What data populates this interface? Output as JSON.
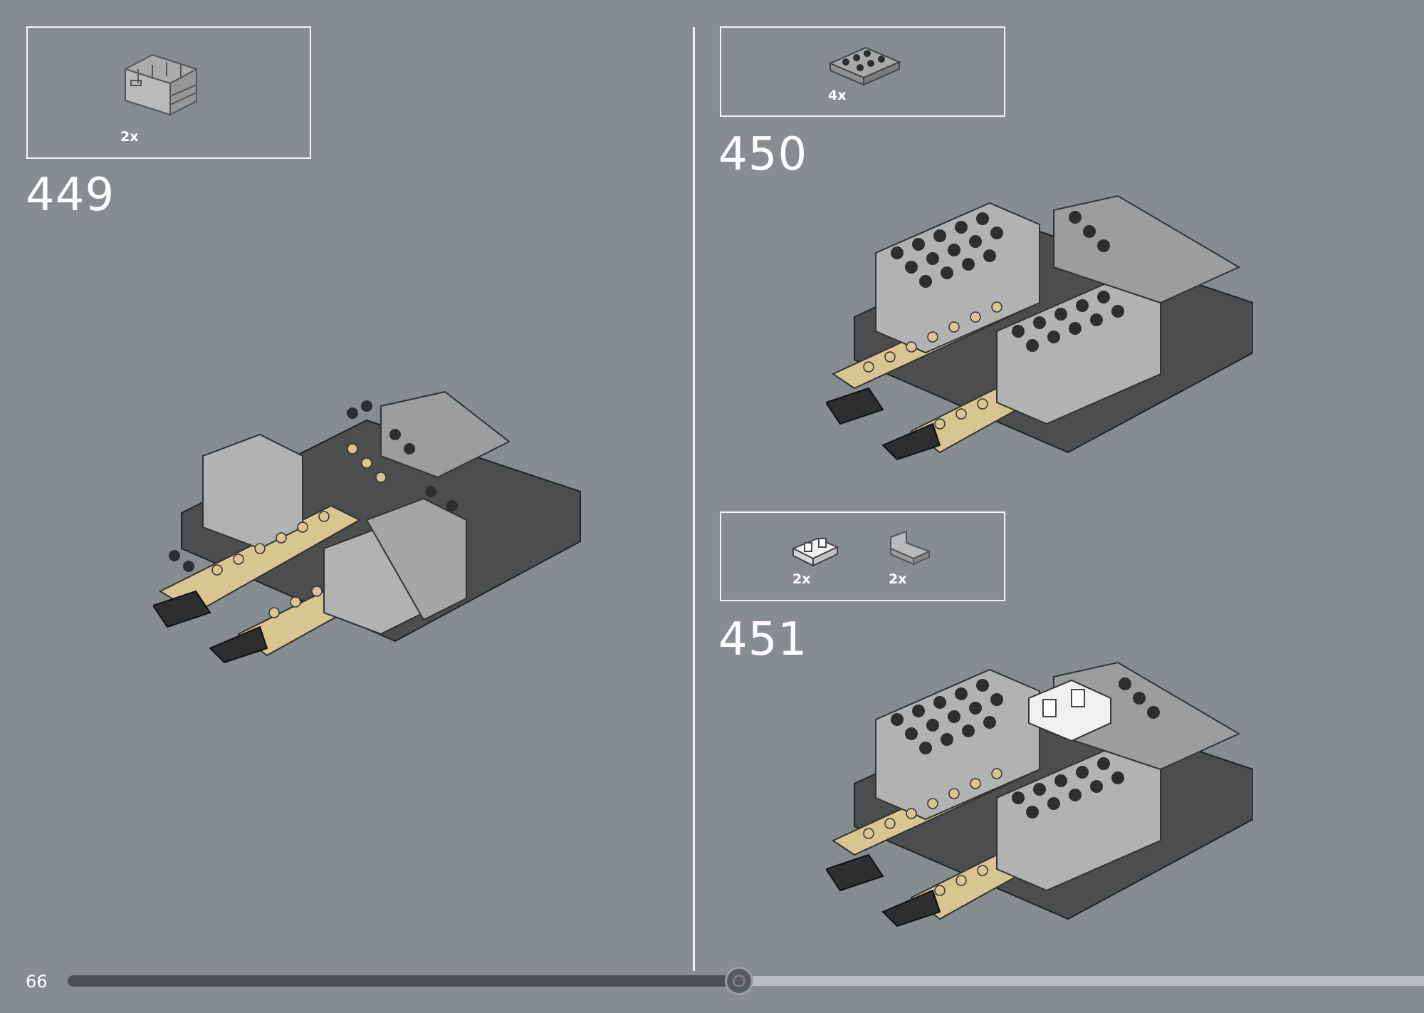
{
  "page": {
    "number": "66",
    "progress_percent": 52
  },
  "steps": [
    {
      "id": "449",
      "label": "449",
      "parts": [
        {
          "name": "crate-brick-icon",
          "quantity": "2x"
        }
      ]
    },
    {
      "id": "450",
      "label": "450",
      "parts": [
        {
          "name": "plate-2x3-icon",
          "quantity": "4x"
        }
      ]
    },
    {
      "id": "451",
      "label": "451",
      "parts": [
        {
          "name": "clip-plate-icon",
          "quantity": "2x"
        },
        {
          "name": "bracket-icon",
          "quantity": "2x"
        }
      ]
    }
  ],
  "colors": {
    "background": "#858d91",
    "tan": "#d9c58f",
    "light_gray": "#a6a8a9",
    "dark_gray": "#4b4d4f"
  }
}
